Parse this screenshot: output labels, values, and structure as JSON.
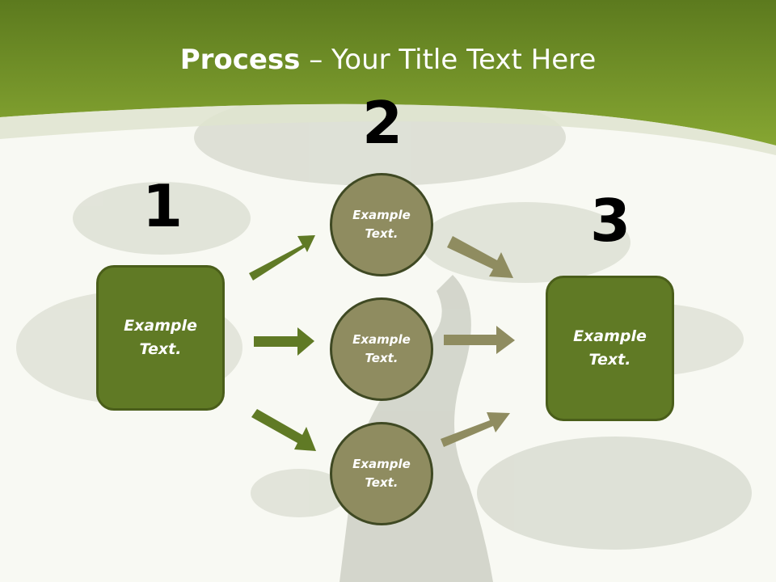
{
  "title": {
    "bold": "Process",
    "rest": " – Your Title Text Here"
  },
  "steps": [
    {
      "number": "1",
      "text": "Example\nText."
    },
    {
      "number": "2",
      "text": "Example\nText."
    },
    {
      "number": "3",
      "text": "Example\nText."
    }
  ],
  "circles": [
    {
      "text": "Example\nText."
    },
    {
      "text": "Example\nText."
    },
    {
      "text": "Example\nText."
    }
  ],
  "colors": {
    "header_green": "#7b9d2c",
    "box_fill": "#607a25",
    "circle_fill": "#8f8c60",
    "left_arrows": "#607a25",
    "right_arrows": "#8f8c60"
  }
}
